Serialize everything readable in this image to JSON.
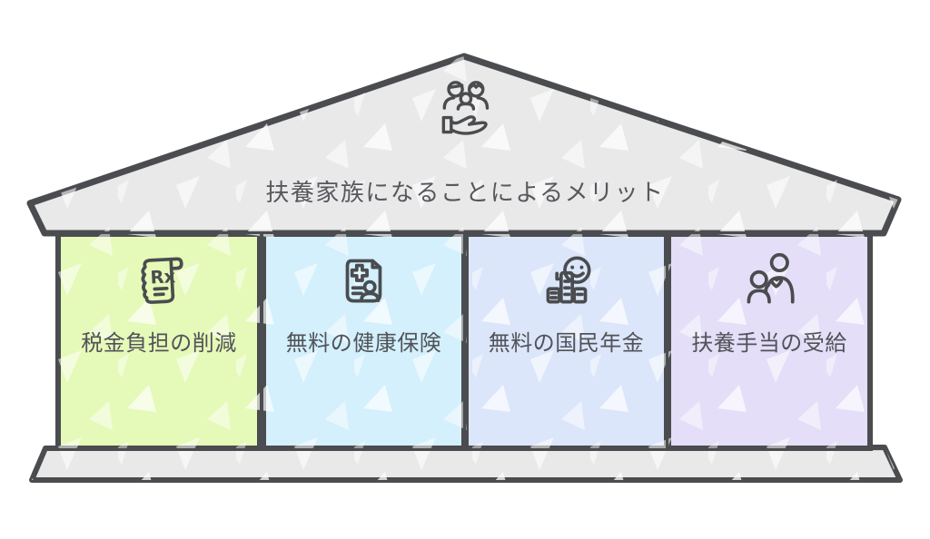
{
  "title": "扶養家族になることによるメリット",
  "roof": {
    "icon": "family-support-icon"
  },
  "columns": [
    {
      "label": "税金負担の削減",
      "icon": "prescription-scroll-icon",
      "icon_glyph": "Rx",
      "fill": "#e5fab8"
    },
    {
      "label": "無料の健康保険",
      "icon": "health-insurance-card-icon",
      "fill": "#d3f0fc"
    },
    {
      "label": "無料の国民年金",
      "icon": "pension-smiley-icon",
      "fill": "#dce6fa"
    },
    {
      "label": "扶養手当の受給",
      "icon": "parent-child-icon",
      "fill": "#e4def8"
    }
  ],
  "colors": {
    "outline": "#4a4c4f",
    "structure_fill": "#e9e9e9",
    "text": "#56585d"
  }
}
